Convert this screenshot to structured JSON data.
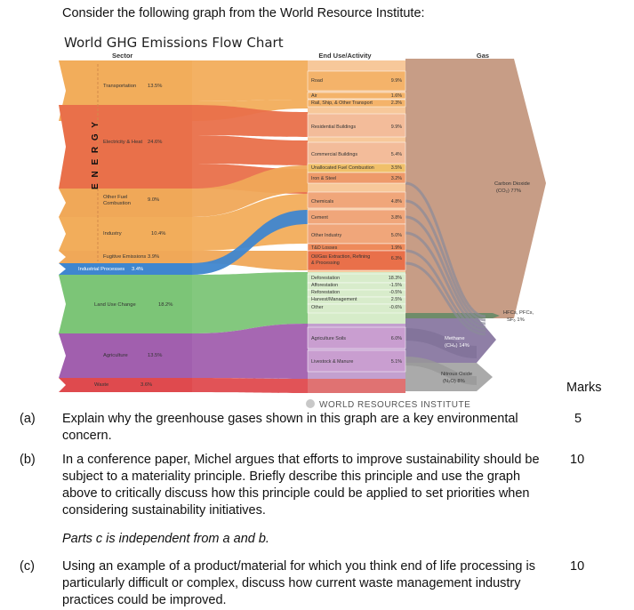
{
  "intro": "Consider the following graph from the World Resource Institute:",
  "figure": {
    "title": "World GHG Emissions Flow Chart",
    "column_headers": [
      "Sector",
      "End Use/Activity",
      "Gas"
    ],
    "energy_label": "E N E R G Y",
    "source_logo": "WORLD RESOURCES INSTITUTE",
    "colors": {
      "transport": "#f2ad5b",
      "electricity": "#e9704a",
      "other_fuel": "#f0a858",
      "industrial": "#3f86cf",
      "land": "#7cc577",
      "agri": "#a15fae",
      "waste": "#df4a4e",
      "co2": "#c79d86",
      "ch4": "#8f7fa6",
      "n2o": "#aaaaaa"
    }
  },
  "chart_data": {
    "type": "sankey",
    "sectors": [
      {
        "name": "Transportation",
        "value": "13.5%"
      },
      {
        "name": "Electricity & Heat",
        "value": "24.6%"
      },
      {
        "name": "Other Fuel Combustion",
        "value": "9.0%"
      },
      {
        "name": "Industry",
        "value": "10.4%"
      },
      {
        "name": "Fugitive Emissions",
        "value": "3.9%"
      },
      {
        "name": "Industrial Processes",
        "value": "3.4%"
      },
      {
        "name": "Land Use Change",
        "value": "18.2%"
      },
      {
        "name": "Agriculture",
        "value": "13.5%"
      },
      {
        "name": "Waste",
        "value": "3.6%"
      }
    ],
    "end_uses": [
      {
        "name": "Road",
        "value": "9.9%"
      },
      {
        "name": "Air",
        "value": "1.6%"
      },
      {
        "name": "Rail, Ship, & Other Transport",
        "value": "2.3%"
      },
      {
        "name": "Residential Buildings",
        "value": "9.9%"
      },
      {
        "name": "Commercial Buildings",
        "value": "5.4%"
      },
      {
        "name": "Unallocated Fuel Combustion",
        "value": "3.5%"
      },
      {
        "name": "Iron & Steel",
        "value": "3.2%"
      },
      {
        "name": "Chemicals",
        "value": "4.8%"
      },
      {
        "name": "Cement",
        "value": "3.8%"
      },
      {
        "name": "Other Industry",
        "value": "5.0%"
      },
      {
        "name": "T&D Losses",
        "value": "1.9%"
      },
      {
        "name": "Oil/Gas Extraction, Refining & Processing",
        "value": "6.3%"
      },
      {
        "name": "Deforestation",
        "value": "18.3%"
      },
      {
        "name": "Afforestation",
        "value": "-1.5%"
      },
      {
        "name": "Reforestation",
        "value": "-0.5%"
      },
      {
        "name": "Harvest/Management",
        "value": "2.5%"
      },
      {
        "name": "Other",
        "value": "-0.6%"
      },
      {
        "name": "Agriculture Soils",
        "value": "6.0%"
      },
      {
        "name": "Livestock & Manure",
        "value": "5.1%"
      }
    ],
    "gases": [
      {
        "name": "Carbon Dioxide",
        "formula": "(CO₂)",
        "value": "77%"
      },
      {
        "name": "HFCs, PFCs,",
        "formula": "SF₆",
        "value": "1%"
      },
      {
        "name": "Methane",
        "formula": "(CH₄)",
        "value": "14%"
      },
      {
        "name": "Nitrous Oxide",
        "formula": "(N₂O)",
        "value": "8%"
      }
    ]
  },
  "marks_header": "Marks",
  "questions": [
    {
      "label": "(a)",
      "text": "Explain why the greenhouse gases shown in this graph are a key environmental concern.",
      "marks": "5"
    },
    {
      "label": "(b)",
      "text": "In a conference paper, Michel argues that efforts to improve sustainability should be subject to a materiality principle.  Briefly describe this principle and use the graph above to critically discuss how this principle could be applied to set priorities when considering sustainability initiatives.",
      "marks": "10"
    },
    {
      "label": "(c)",
      "text": "Using an example of a product/material for which you think end of life processing is particularly difficult or complex, discuss how current waste management industry practices could be improved.",
      "marks": "10"
    }
  ],
  "note": "Parts c is independent from a and b."
}
